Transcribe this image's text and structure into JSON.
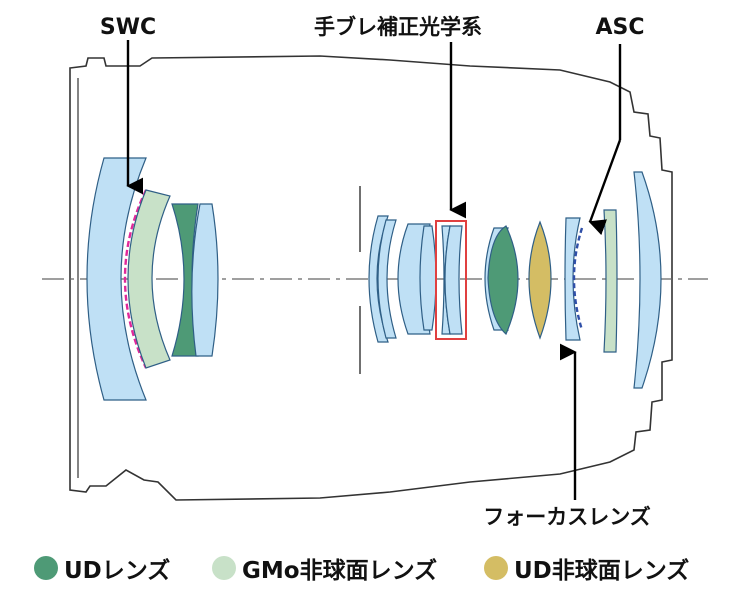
{
  "labels": {
    "swc": "SWC",
    "is_group": "手ブレ補正光学系",
    "asc": "ASC",
    "focus": "フォーカスレンズ"
  },
  "legend": [
    {
      "label": "UDレンズ",
      "color": "#4e9a76"
    },
    {
      "label": "GMo非球面レンズ",
      "color": "#c8e1c8"
    },
    {
      "label": "UD非球面レンズ",
      "color": "#d4bd64"
    }
  ],
  "colors": {
    "glass": "#bfe0f5",
    "glass_edge": "#2f5f86",
    "ud": "#4e9a76",
    "gmo": "#c8e1c8",
    "ud_asph": "#d4bd64",
    "swc_coating": "#e0299a",
    "asc_coating": "#2f4fa8",
    "is_frame": "#e04040",
    "barrel": "#333333"
  }
}
